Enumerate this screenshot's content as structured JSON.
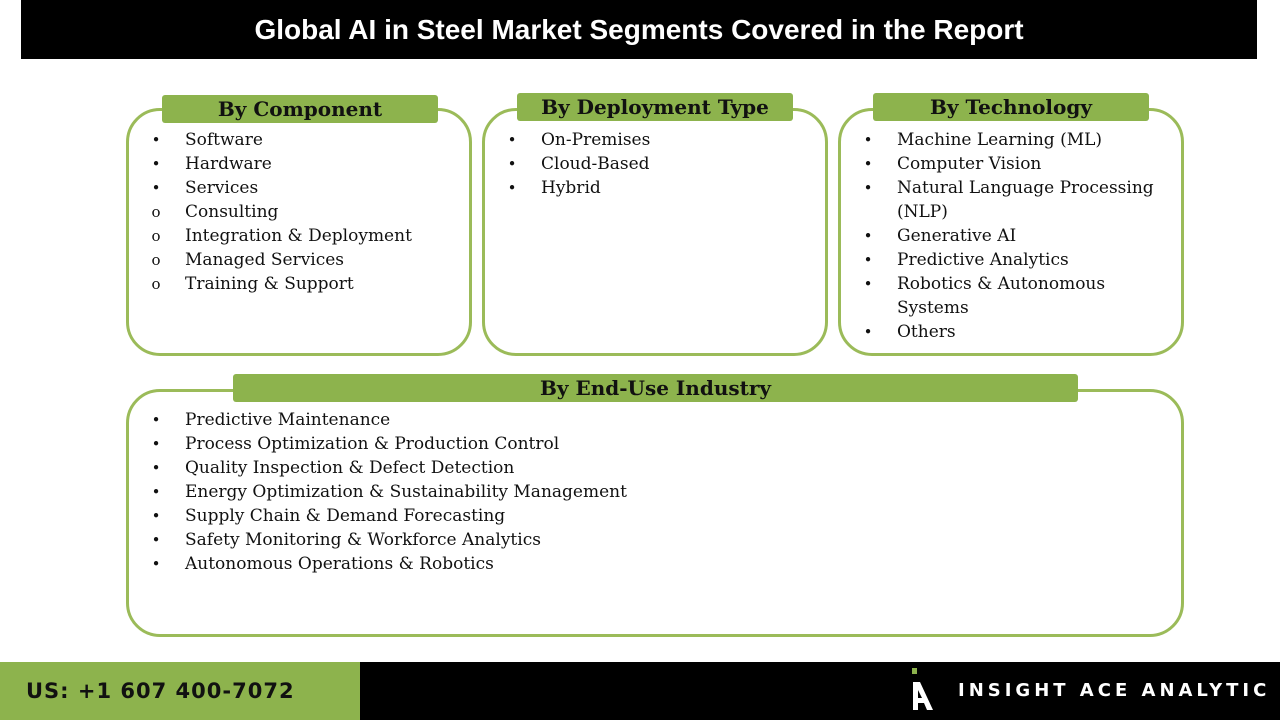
{
  "title": "Global AI in Steel Market Segments Covered in the Report",
  "colors": {
    "accent_green": "#8db34d",
    "border_green": "#9bbb59",
    "dark": "#000000"
  },
  "segments": {
    "component": {
      "heading": "By Component",
      "items": [
        {
          "bullet": "•",
          "text": "Software"
        },
        {
          "bullet": "•",
          "text": "Hardware"
        },
        {
          "bullet": "•",
          "text": "Services"
        },
        {
          "bullet": "o",
          "text": "Consulting"
        },
        {
          "bullet": "o",
          "text": "Integration & Deployment"
        },
        {
          "bullet": "o",
          "text": "Managed Services"
        },
        {
          "bullet": "o",
          "text": "Training & Support"
        }
      ]
    },
    "deployment": {
      "heading": "By Deployment Type",
      "items": [
        {
          "bullet": "•",
          "text": "On-Premises"
        },
        {
          "bullet": "•",
          "text": "Cloud-Based"
        },
        {
          "bullet": "•",
          "text": "Hybrid"
        }
      ]
    },
    "technology": {
      "heading": "By Technology",
      "items": [
        {
          "bullet": "•",
          "text": "Machine Learning (ML)"
        },
        {
          "bullet": "•",
          "text": "Computer Vision"
        },
        {
          "bullet": "•",
          "text": "Natural Language Processing (NLP)"
        },
        {
          "bullet": "•",
          "text": "Generative AI"
        },
        {
          "bullet": "•",
          "text": "Predictive Analytics"
        },
        {
          "bullet": "•",
          "text": "Robotics & Autonomous Systems"
        },
        {
          "bullet": "•",
          "text": "Others"
        }
      ]
    },
    "enduse": {
      "heading": "By End-Use Industry",
      "items": [
        {
          "bullet": "•",
          "text": "Predictive Maintenance"
        },
        {
          "bullet": "•",
          "text": "Process Optimization & Production Control"
        },
        {
          "bullet": "•",
          "text": "Quality Inspection & Defect Detection"
        },
        {
          "bullet": "•",
          "text": "Energy Optimization & Sustainability Management"
        },
        {
          "bullet": "•",
          "text": "Supply Chain & Demand Forecasting"
        },
        {
          "bullet": "•",
          "text": "Safety Monitoring & Workforce Analytics"
        },
        {
          "bullet": "•",
          "text": "Autonomous Operations & Robotics"
        }
      ]
    }
  },
  "footer": {
    "phone": "US: +1 607 400-7072",
    "brand": "INSIGHT ACE ANALYTIC",
    "logo_icon": "insightace-logo-icon"
  }
}
